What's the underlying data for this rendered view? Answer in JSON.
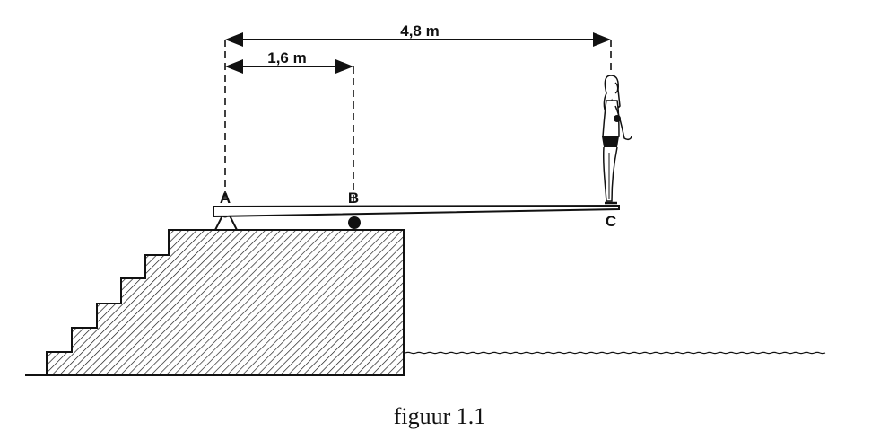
{
  "diagram": {
    "dimension_total": "4,8 m",
    "dimension_ab": "1,6 m",
    "point_a": "A",
    "point_b": "B",
    "point_c": "C",
    "caption": "figuur 1.1"
  },
  "colors": {
    "ink": "#111111",
    "background": "#ffffff"
  }
}
